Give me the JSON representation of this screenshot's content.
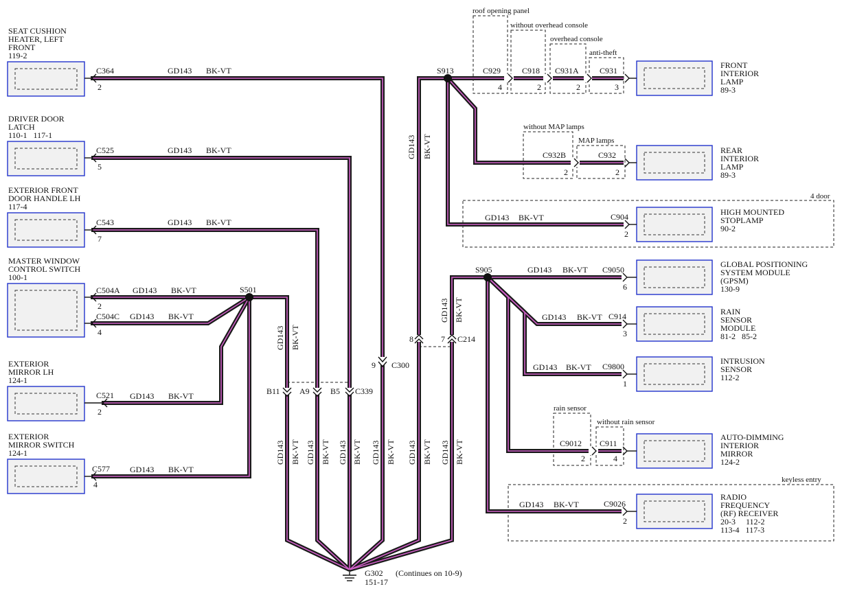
{
  "wire": {
    "circuit": "GD143",
    "color": "BK-VT"
  },
  "components": {
    "seat_cushion": {
      "line1": "SEAT CUSHION",
      "line2": "HEATER, LEFT",
      "line3": "FRONT",
      "ref": "119-2",
      "connector": "C364",
      "pin": "2"
    },
    "driver_door_latch": {
      "line1": "DRIVER DOOR",
      "line2": "LATCH",
      "ref": "110-1   117-1",
      "connector": "C525",
      "pin": "5"
    },
    "ext_front_door_handle": {
      "line1": "EXTERIOR FRONT",
      "line2": "DOOR HANDLE LH",
      "ref": "117-4",
      "connector": "C543",
      "pin": "7"
    },
    "master_window": {
      "line1": "MASTER WINDOW",
      "line2": "CONTROL SWITCH",
      "ref": "100-1",
      "connector_a": "C504A",
      "pin_a": "2",
      "connector_c": "C504C",
      "pin_c": "4"
    },
    "ext_mirror_lh": {
      "line1": "EXTERIOR",
      "line2": "MIRROR LH",
      "ref": "124-1",
      "connector": "C521",
      "pin": "2"
    },
    "ext_mirror_switch": {
      "line1": "EXTERIOR",
      "line2": "MIRROR SWITCH",
      "ref": "124-1",
      "connector": "C577",
      "pin": "4"
    },
    "front_interior_lamp": {
      "line1": "FRONT",
      "line2": "INTERIOR",
      "line3": "LAMP",
      "ref": "89-3",
      "connector": "C931",
      "pin": "3"
    },
    "rear_interior_lamp": {
      "line1": "REAR",
      "line2": "INTERIOR",
      "line3": "LAMP",
      "ref": "89-3",
      "connector": "C932",
      "pin": "2"
    },
    "high_mounted_stoplamp": {
      "line1": "HIGH MOUNTED",
      "line2": "STOPLAMP",
      "ref": "90-2",
      "connector": "C904",
      "pin": "2"
    },
    "gpsm": {
      "line1": "GLOBAL POSITIONING",
      "line2": "SYSTEM MODULE",
      "line3": "(GPSM)",
      "ref": "130-9",
      "connector": "C9050",
      "pin": "6"
    },
    "rain_sensor_module": {
      "line1": "RAIN",
      "line2": "SENSOR",
      "line3": "MODULE",
      "ref": "81-2   85-2",
      "connector": "C914",
      "pin": "3"
    },
    "intrusion_sensor": {
      "line1": "INTRUSION",
      "line2": "SENSOR",
      "ref": "112-2",
      "connector": "C9800",
      "pin": "1"
    },
    "auto_dimming_mirror": {
      "line1": "AUTO-DIMMING",
      "line2": "INTERIOR",
      "line3": "MIRROR",
      "ref": "124-2",
      "connector": "C911",
      "pin": "4"
    },
    "rf_receiver": {
      "line1": "RADIO",
      "line2": "FREQUENCY",
      "line3": "(RF) RECEIVER",
      "ref1": "20-3     112-2",
      "ref2": "113-4   117-3",
      "connector": "C9026",
      "pin": "2"
    }
  },
  "options": {
    "roof_opening_panel": {
      "label": "roof opening panel",
      "connector": "C929",
      "pin": "4"
    },
    "without_overhead_console": {
      "label": "without overhead console",
      "connector": "C918",
      "pin": "2"
    },
    "overhead_console": {
      "label": "overhead console",
      "connector": "C931A",
      "pin": "2"
    },
    "anti_theft": {
      "label": "anti-theft"
    },
    "without_map_lamps": {
      "label": "without MAP lamps",
      "connector": "C932B",
      "pin": "2"
    },
    "map_lamps": {
      "label": "MAP lamps"
    },
    "four_door": {
      "label": "4 door"
    },
    "rain_sensor": {
      "label": "rain sensor",
      "connector": "C9012",
      "pin": "2"
    },
    "without_rain_sensor": {
      "label": "without rain sensor"
    },
    "keyless_entry": {
      "label": "keyless entry"
    }
  },
  "splices": {
    "s501": "S501",
    "s913": "S913",
    "s905": "S905"
  },
  "inline": {
    "c300": {
      "connector": "C300",
      "pin": "9"
    },
    "c339": {
      "connector": "C339",
      "pin_b11": "B11",
      "pin_a9": "A9",
      "pin_b5": "B5"
    },
    "c214": {
      "connector": "C214",
      "pin_8": "8",
      "pin_7": "7"
    }
  },
  "ground": {
    "name": "G302",
    "continues": "(Continues on 10-9)",
    "ref": "151-17"
  },
  "colors": {
    "wire_outer": "#1a1a1a",
    "wire_inner": "#d060c8",
    "component_border": "#2233cc",
    "component_fill": "#f1f1f1"
  }
}
